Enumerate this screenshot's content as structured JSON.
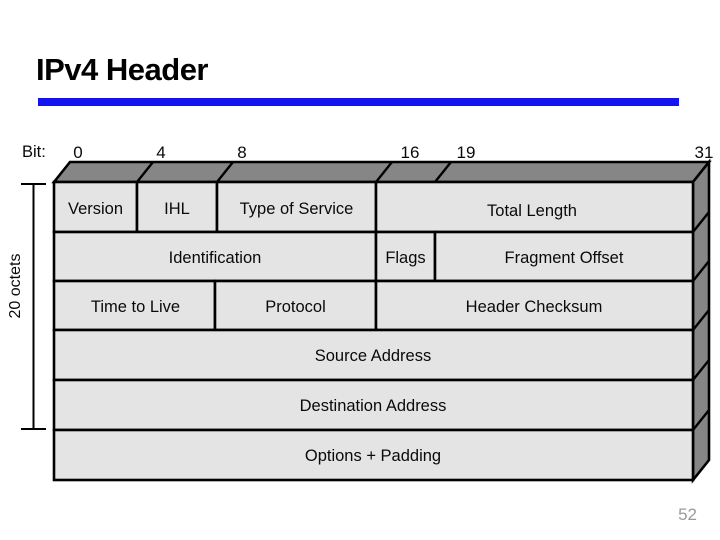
{
  "slide": {
    "title": "IPv4 Header",
    "page_number": "52",
    "accent_color": "#1414ee"
  },
  "diagram": {
    "bit_axis_label": "Bit:",
    "bit_ticks": [
      "0",
      "4",
      "8",
      "16",
      "19",
      "31"
    ],
    "side_label": "20 octets",
    "colors": {
      "cell_fill": "#e4e4e4",
      "depth_fill": "#868686",
      "border": "#000000"
    },
    "rows": [
      {
        "cells": [
          {
            "label": "Version"
          },
          {
            "label": "IHL"
          },
          {
            "label": "Type of Service"
          },
          {
            "label": "Total Length"
          }
        ]
      },
      {
        "cells": [
          {
            "label": "Identification"
          },
          {
            "label": "Flags"
          },
          {
            "label": "Fragment Offset"
          }
        ]
      },
      {
        "cells": [
          {
            "label": "Time to Live"
          },
          {
            "label": "Protocol"
          },
          {
            "label": "Header Checksum"
          }
        ]
      },
      {
        "cells": [
          {
            "label": "Source Address"
          }
        ]
      },
      {
        "cells": [
          {
            "label": "Destination Address"
          }
        ]
      },
      {
        "cells": [
          {
            "label": "Options + Padding"
          }
        ]
      }
    ]
  }
}
